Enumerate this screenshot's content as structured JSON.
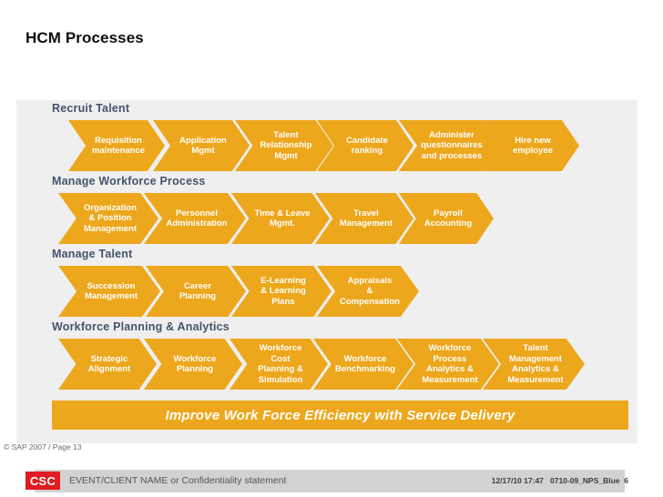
{
  "slide": {
    "title": "HCM Processes",
    "accent_color": "#eda71c",
    "panel_color": "#efefef",
    "label_color": "#44546b"
  },
  "diagram": {
    "rows": [
      {
        "label": "Recruit Talent",
        "steps": [
          "Requisition\nmaintenance",
          "Application\nMgmt",
          "Talent\nRelationship\nMgmt",
          "Candidate\nranking",
          "Administer\nquestionnaires\nand processes",
          "Hire new\nemployee"
        ]
      },
      {
        "label": "Manage Workforce Process",
        "steps": [
          "Organization\n& Position\nManagement",
          "Personnel\nAdministration",
          "Time & Leave\nMgmt.",
          "Travel\nManagement",
          "Payroll\nAccounting"
        ]
      },
      {
        "label": "Manage Talent",
        "steps": [
          "Succession\nManagement",
          "Career\nPlanning",
          "E-Learning\n& Learning\nPlans",
          "Appraisals\n&\nCompensation"
        ]
      },
      {
        "label": "Workforce Planning & Analytics",
        "steps": [
          "Strategic\nAlignment",
          "Workforce\nPlanning",
          "Workforce\nCost\nPlanning &\nSimulation",
          "Workforce\nBenchmarking",
          "Workforce\nProcess\nAnalytics &\nMeasurement",
          "Talent\nManagement\nAnalytics &\nMeasurement"
        ]
      }
    ],
    "banner": "Improve Work Force Efficiency with Service Delivery"
  },
  "copyright": "© SAP 2007 / Page 13",
  "footer": {
    "logo": "CSC",
    "logo_color": "#e01b22",
    "left_text": "EVENT/CLIENT NAME or Confidentiality statement",
    "right_text": "12/17/10 17:47   0710-09_NPS_Blue  6"
  }
}
